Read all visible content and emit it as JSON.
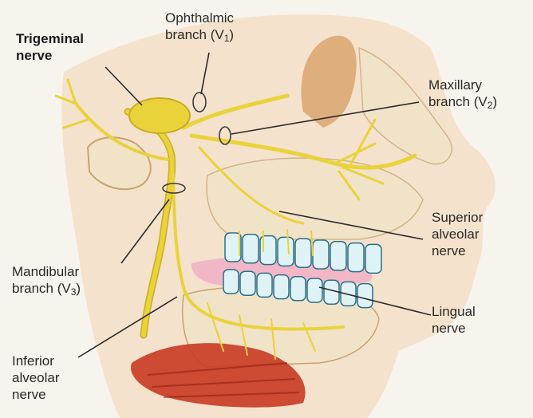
{
  "labels": {
    "trigeminal": {
      "line1": "Trigeminal",
      "line2": "nerve"
    },
    "ophthalmic": {
      "line1": "Ophthalmic",
      "line2_prefix": "branch (V",
      "line2_sub": "1",
      "line2_suffix": ")"
    },
    "maxillary": {
      "line1": "Maxillary",
      "line2_prefix": "branch (V",
      "line2_sub": "2",
      "line2_suffix": ")"
    },
    "superior_alveolar": {
      "line1": "Superior",
      "line2": "alveolar",
      "line3": "nerve"
    },
    "mandibular": {
      "line1": "Mandibular",
      "line2_prefix": "branch (V",
      "line2_sub": "3",
      "line2_suffix": ")"
    },
    "lingual": {
      "line1": "Lingual",
      "line2": "nerve"
    },
    "inferior_alveolar": {
      "line1": "Inferior",
      "line2": "alveolar",
      "line3": "nerve"
    }
  },
  "colors": {
    "nerve": "#e9d23a",
    "nerve_shadow": "#c9ad1f",
    "skin": "#f3dcc0",
    "bone": "#f0e3c8",
    "bone_shade": "#d9a56e",
    "teeth": "#dff3f6",
    "teeth_edge": "#2a6f8a",
    "gum": "#f2b3c6",
    "muscle": "#c93a22",
    "leader": "#2b2a28"
  }
}
